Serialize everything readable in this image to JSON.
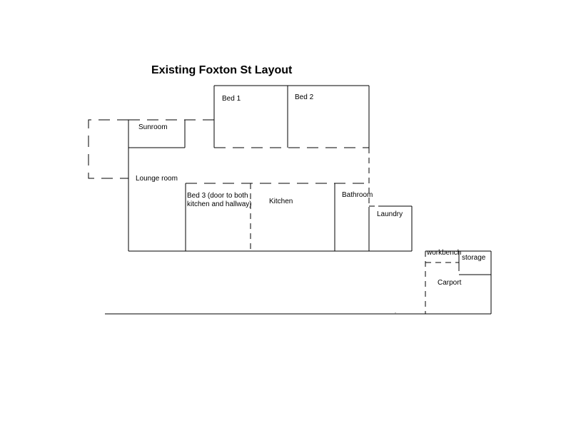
{
  "title": "Existing Foxton St Layout",
  "rooms": {
    "bed1": "Bed 1",
    "bed2": "Bed 2",
    "sunroom": "Sunroom",
    "lounge": "Lounge room",
    "bed3_line1": "Bed 3 (door to both",
    "bed3_line2": "kitchen and hallway)",
    "kitchen": "Kitchen",
    "bathroom": "Bathroom",
    "laundry": "Laundry",
    "workbench": "workbench",
    "storage": "storage",
    "carport": "Carport"
  }
}
